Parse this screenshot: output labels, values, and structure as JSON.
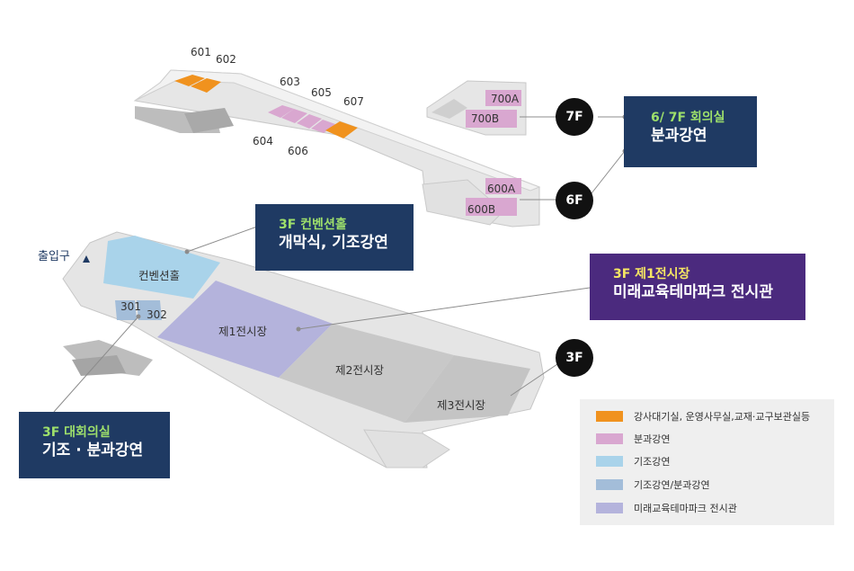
{
  "entrance_label": "출입구",
  "floor_badges": {
    "f7": "7F",
    "f6": "6F",
    "f3": "3F"
  },
  "rooms": {
    "r601": "601",
    "r602": "602",
    "r603": "603",
    "r604": "604",
    "r605": "605",
    "r606": "606",
    "r607": "607",
    "r700a": "700A",
    "r700b": "700B",
    "r600a": "600A",
    "r600b": "600B",
    "convention": "컨벤션홀",
    "r301": "301",
    "r302": "302",
    "hall1": "제1전시장",
    "hall2": "제2전시장",
    "hall3": "제3전시장"
  },
  "callouts": {
    "upper": {
      "line1": "6/ 7F 회의실",
      "line2": "분과강연"
    },
    "convention": {
      "line1": "3F 컨벤션홀",
      "line2": "개막식, 기조강연"
    },
    "exhibition": {
      "line1": "3F 제1전시장",
      "line2": "미래교육테마파크 전시관"
    },
    "meeting": {
      "line1": "3F 대회의실",
      "line2": "기조 · 분과강연"
    }
  },
  "colors": {
    "orange": "#f0921e",
    "pink": "#d9a7d0",
    "lightblue": "#a9d3ea",
    "steelblue": "#a3bdd9",
    "lavender": "#b4b3dc",
    "navy": "#1f3a63",
    "purple": "#4b2a7e",
    "highlight_green": "#9ee06b",
    "highlight_yellow": "#f5e663"
  },
  "legend": [
    {
      "color": "#f0921e",
      "label": "강사대기실, 운영사무실,교재·교구보관실등"
    },
    {
      "color": "#d9a7d0",
      "label": "분과강연"
    },
    {
      "color": "#a9d3ea",
      "label": "기조강연"
    },
    {
      "color": "#a3bdd9",
      "label": "기조강연/분과강연"
    },
    {
      "color": "#b4b3dc",
      "label": "미래교육테마파크 전시관"
    }
  ]
}
